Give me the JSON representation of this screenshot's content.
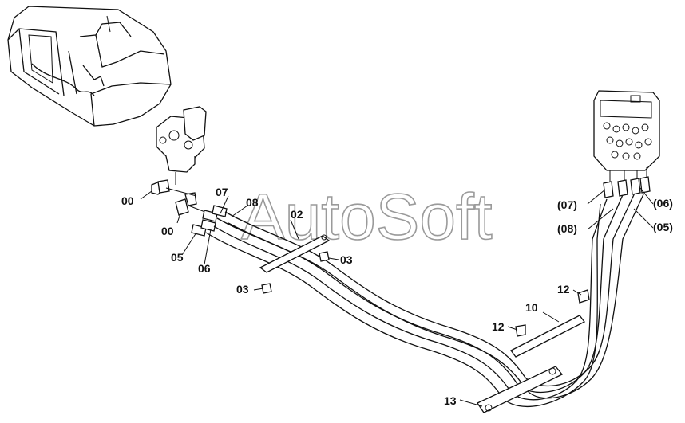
{
  "watermark": "AutoSoft",
  "labels": {
    "l00a": "00",
    "l00b": "00",
    "l05": "05",
    "l06": "06",
    "l07": "07",
    "l08": "08",
    "l02": "02",
    "l03a": "03",
    "l03b": "03",
    "r07": "(07)",
    "r08": "(08)",
    "r06": "(06)",
    "r05": "(05)",
    "l12a": "12",
    "l12b": "12",
    "l10": "10",
    "l13": "13"
  }
}
